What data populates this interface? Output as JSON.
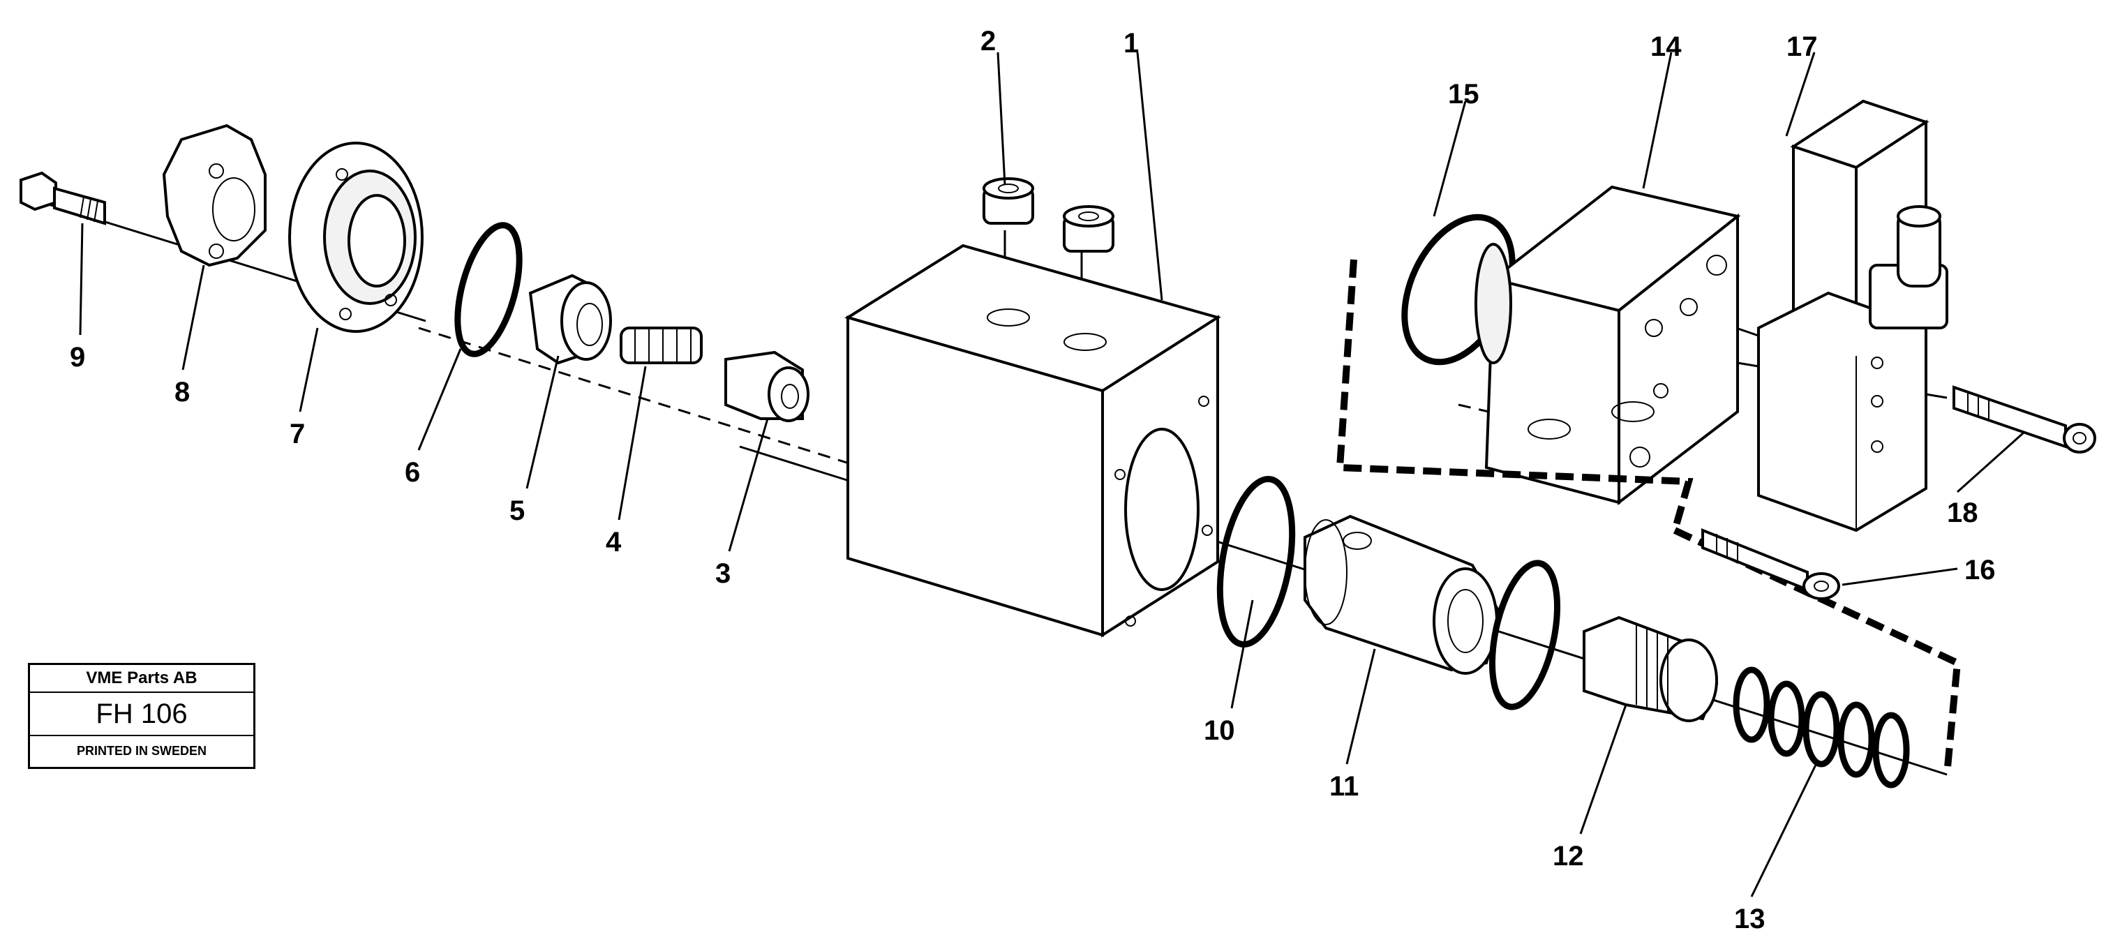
{
  "title_block": {
    "company": "VME Parts AB",
    "code": "FH 106",
    "printed": "PRINTED IN SWEDEN"
  },
  "callouts": {
    "1": "1",
    "2": "2",
    "3": "3",
    "4": "4",
    "5": "5",
    "6": "6",
    "7": "7",
    "8": "8",
    "9": "9",
    "10": "10",
    "11": "11",
    "12": "12",
    "13": "13",
    "14": "14",
    "15": "15",
    "16": "16",
    "17": "17",
    "18": "18"
  }
}
